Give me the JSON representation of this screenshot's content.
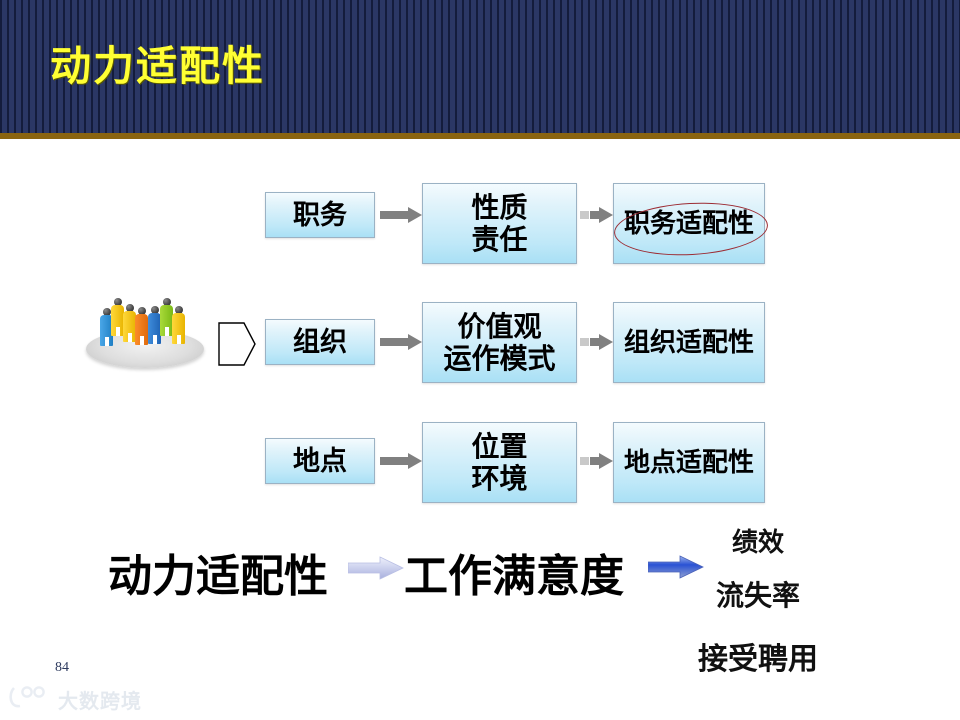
{
  "header": {
    "title": "动力适配性",
    "title_color": "#ffff33",
    "background_color": "#26325e",
    "rule_color": "#8a6410"
  },
  "diagram": {
    "rows": [
      {
        "id": "job",
        "input": "职务",
        "factors": "性质\n责任",
        "outcome": "职务适配性",
        "highlighted": true,
        "highlight_color": "#9c2b33"
      },
      {
        "id": "organization",
        "input": "组织",
        "factors": "价值观\n运作模式",
        "outcome": "组织适配性",
        "highlighted": false,
        "highlight_color": ""
      },
      {
        "id": "location",
        "input": "地点",
        "factors": "位置\n环境",
        "outcome": "地点适配性",
        "highlighted": false,
        "highlight_color": ""
      }
    ],
    "box_fill_top": "#f4fbfe",
    "box_fill_bottom": "#a9e0f5",
    "box_border": "#9bb2c4",
    "arrow_color": "#808080",
    "clipart_name": "people-group-clipart",
    "shape_name": "white-pentagon-arrow"
  },
  "conclusion": {
    "left_term": "动力适配性",
    "right_term": "工作满意度",
    "arrow1_color": "#c3c7e8",
    "arrow2_color": "#2a52d4",
    "outcomes": [
      {
        "label": "绩效",
        "size": 26
      },
      {
        "label": "流失率",
        "size": 28
      },
      {
        "label": "接受聘用",
        "size": 30
      }
    ]
  },
  "footer": {
    "page_number": "84",
    "watermark_text": "大数跨境",
    "watermark_logo": "circles-logo-icon"
  }
}
